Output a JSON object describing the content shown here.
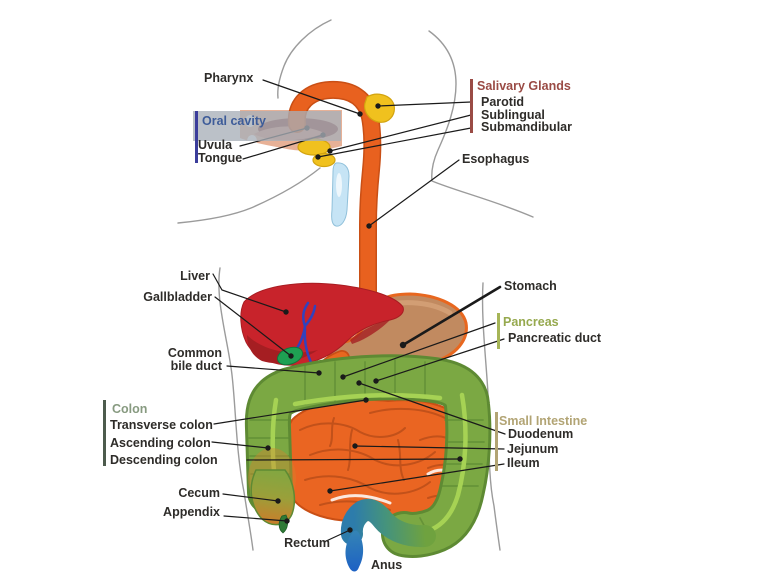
{
  "figure": {
    "description": "Human digestive system labeled diagram"
  },
  "labels": {
    "pharynx": "Pharynx",
    "oral_cavity": "Oral cavity",
    "uvula": "Uvula",
    "tongue": "Tongue",
    "esophagus": "Esophagus",
    "liver": "Liver",
    "gallbladder": "Gallbladder",
    "common_bile_duct": "Common bile duct",
    "stomach": "Stomach",
    "pancreatic_duct": "Pancreatic duct",
    "cecum": "Cecum",
    "appendix": "Appendix",
    "rectum": "Rectum",
    "anus": "Anus"
  },
  "groups": {
    "salivary_glands": {
      "title": "Salivary Glands",
      "title_color": "#9a4b45",
      "items": [
        "Parotid",
        "Sublingual",
        "Submandibular"
      ]
    },
    "pancreas": {
      "title": "Pancreas",
      "title_color": "#96a94e"
    },
    "colon": {
      "title": "Colon",
      "title_color": "#879a80",
      "items": [
        "Transverse colon",
        "Ascending colon",
        "Descending colon"
      ]
    },
    "small_intestine": {
      "title": "Small Intestine",
      "title_color": "#b2a474",
      "items": [
        "Duodenum",
        "Jejunum",
        "Ileum"
      ]
    }
  },
  "colors": {
    "esophagus_orange": "#e8611f",
    "small_intestine_orange": "#ea6522",
    "liver_red": "#c8232b",
    "liver_shadow": "#a51e22",
    "stomach_tan": "#c18a60",
    "stomach_border": "#e8671f",
    "pancreas_yellow": "#f2d814",
    "salivary_yellow": "#f0c11e",
    "colon_green": "#7ba843",
    "colon_stripe": "#a6d254",
    "gallbladder_green": "#1fa053",
    "bile_duct_blue": "#3142be",
    "rectum_teal": "#45937c",
    "anus_blue": "#1b5ec5",
    "oral_overlay": "#a8b0b8",
    "leader_line": "#1a1a1a",
    "body_outline": "#9b9b9b"
  }
}
